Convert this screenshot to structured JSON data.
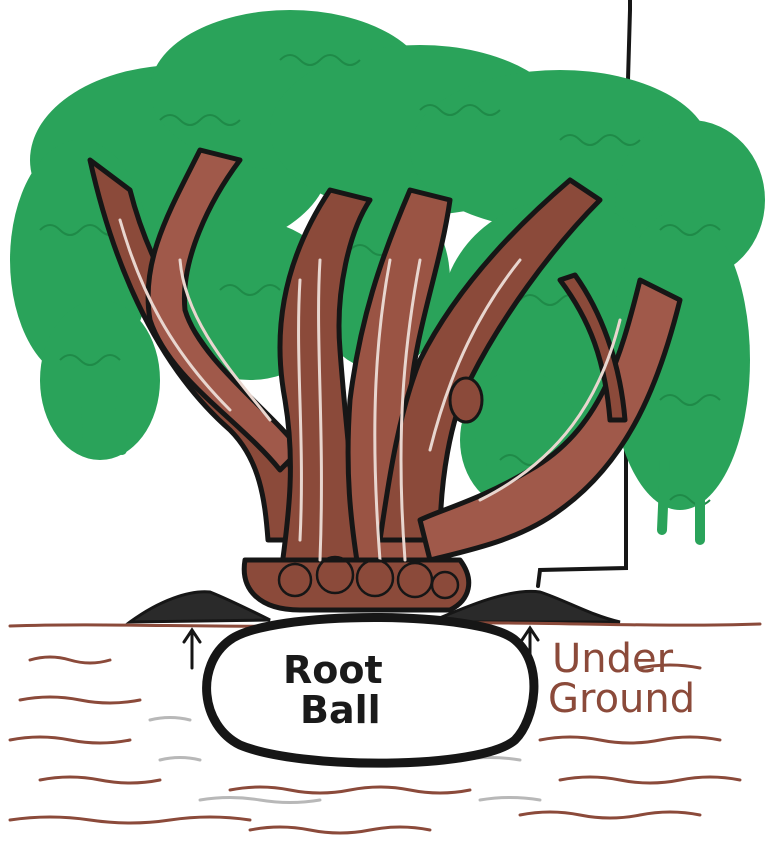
{
  "labels": {
    "root_ball_line1": "Root",
    "root_ball_line2": "Ball",
    "under_ground_line1": "Under",
    "under_ground_line2": "Ground"
  },
  "colors": {
    "foliage": "#2aa35a",
    "foliage_dark": "#1f8a48",
    "trunk": "#8b4a3a",
    "trunk_light": "#e8d6cf",
    "outline": "#161616",
    "soil_lines": "#8b4a3a",
    "soil_lines_gray": "#b8b8b8",
    "label_under": "#8b4a3a",
    "background": "#ffffff"
  }
}
